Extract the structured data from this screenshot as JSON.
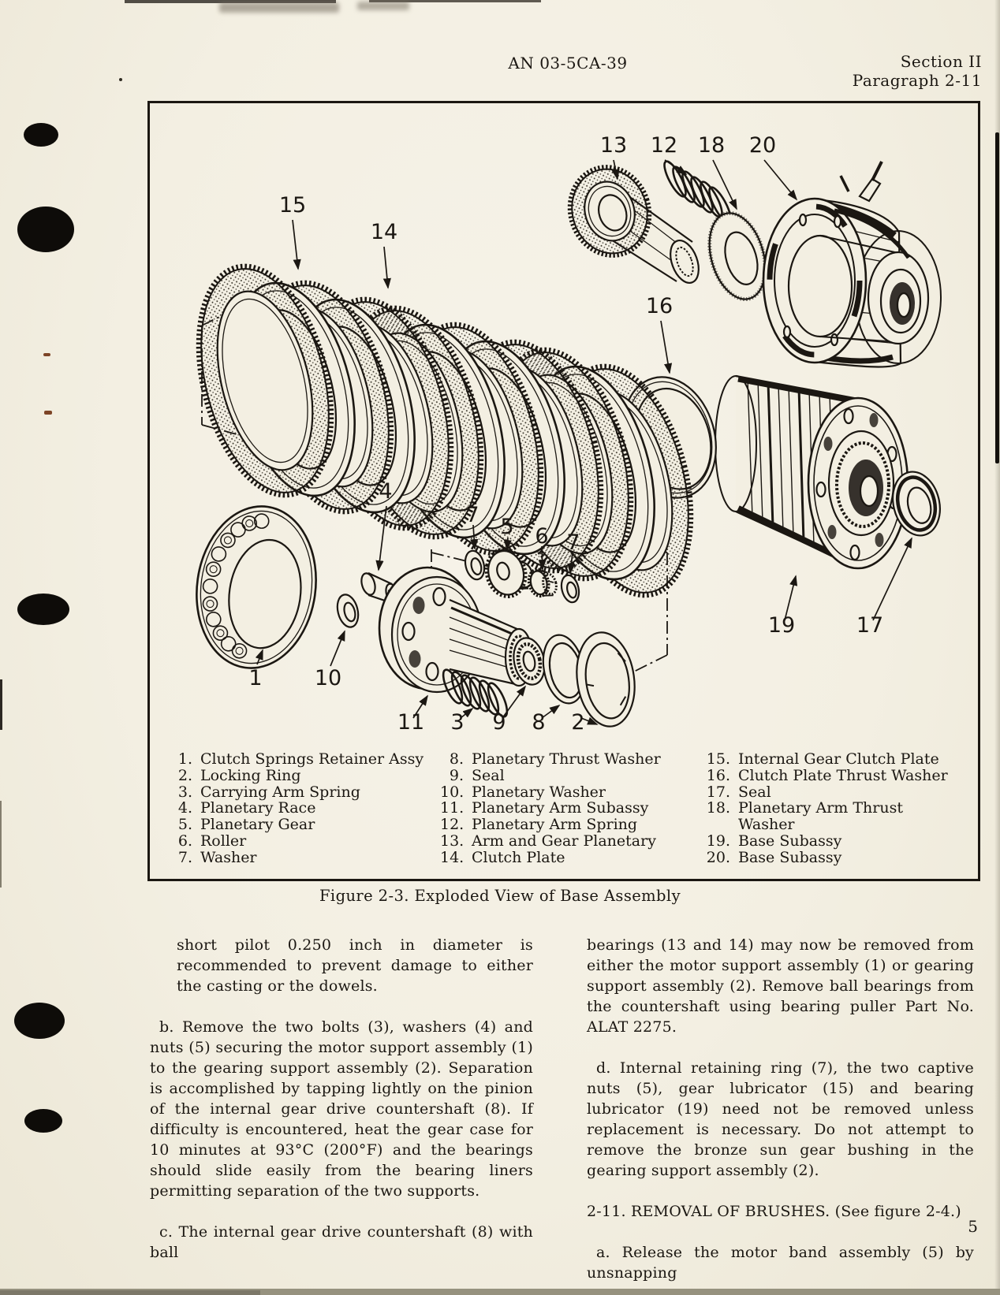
{
  "header": {
    "doc_number": "AN 03-5CA-39",
    "section": "Section II",
    "paragraph": "Paragraph 2-11"
  },
  "figure": {
    "caption": "Figure 2-3.  Exploded View of Base Assembly",
    "callouts": {
      "n1": "1",
      "n2": "2",
      "n3": "3",
      "n4": "4",
      "n5": "5",
      "n6": "6",
      "n7a": "7",
      "n7b": "7",
      "n8": "8",
      "n9": "9",
      "n10": "10",
      "n11": "11",
      "n12": "12",
      "n13": "13",
      "n14": "14",
      "n15": "15",
      "n16": "16",
      "n17": "17",
      "n18": "18",
      "n19": "19",
      "n20": "20"
    }
  },
  "parts_list": {
    "col1": [
      {
        "n": "1.",
        "t": "Clutch Springs Retainer Assy"
      },
      {
        "n": "2.",
        "t": "Locking Ring"
      },
      {
        "n": "3.",
        "t": "Carrying Arm Spring"
      },
      {
        "n": "4.",
        "t": "Planetary Race"
      },
      {
        "n": "5.",
        "t": "Planetary Gear"
      },
      {
        "n": "6.",
        "t": "Roller"
      },
      {
        "n": "7.",
        "t": "Washer"
      }
    ],
    "col2": [
      {
        "n": "8.",
        "t": "Planetary Thrust Washer"
      },
      {
        "n": "9.",
        "t": "Seal"
      },
      {
        "n": "10.",
        "t": "Planetary Washer"
      },
      {
        "n": "11.",
        "t": "Planetary Arm Subassy"
      },
      {
        "n": "12.",
        "t": "Planetary Arm Spring"
      },
      {
        "n": "13.",
        "t": "Arm and Gear Planetary"
      },
      {
        "n": "14.",
        "t": "Clutch Plate"
      }
    ],
    "col3": [
      {
        "n": "15.",
        "t": "Internal Gear Clutch Plate"
      },
      {
        "n": "16.",
        "t": "Clutch Plate Thrust Washer"
      },
      {
        "n": "17.",
        "t": "Seal"
      },
      {
        "n": "18.",
        "t": "Planetary Arm Thrust"
      },
      {
        "n": "",
        "t": "Washer"
      },
      {
        "n": "19.",
        "t": "Base Subassy"
      },
      {
        "n": "20.",
        "t": "Base Subassy"
      }
    ]
  },
  "body": {
    "left": [
      {
        "text": "short pilot 0.250 inch in diameter is recommended to prevent damage to either the casting or the dowels."
      },
      {
        "text": "b. Remove the two bolts (3), washers (4) and nuts (5) securing the motor support assembly (1) to the gearing support assembly (2). Separation is accomplished by tapping lightly on the pinion of the internal gear drive countershaft (8). If difficulty is encountered, heat the gear case for 10 minutes at 93°C (200°F) and the bearings should slide easily from the bearing liners permitting separation of the two supports."
      },
      {
        "text": "c. The internal gear drive countershaft (8) with ball"
      }
    ],
    "right": [
      {
        "text": "bearings (13 and 14) may now be removed from either the motor support assembly (1) or gearing support assembly (2). Remove ball bearings from the countershaft using bearing puller Part No. ALAT 2275."
      },
      {
        "text": "d. Internal retaining ring (7), the two captive nuts (5), gear lubricator (15) and bearing lubricator (19) need not be removed unless replacement is necessary. Do not attempt to remove the bronze sun gear bushing in the gearing support assembly (2)."
      },
      {
        "text": "2-11. REMOVAL OF BRUSHES. (See figure 2-4.)"
      },
      {
        "text": "a. Release the motor band assembly (5) by unsnapping"
      }
    ]
  },
  "page_number": "5",
  "colors": {
    "paper": "#f3efe2",
    "ink": "#1b1712"
  }
}
